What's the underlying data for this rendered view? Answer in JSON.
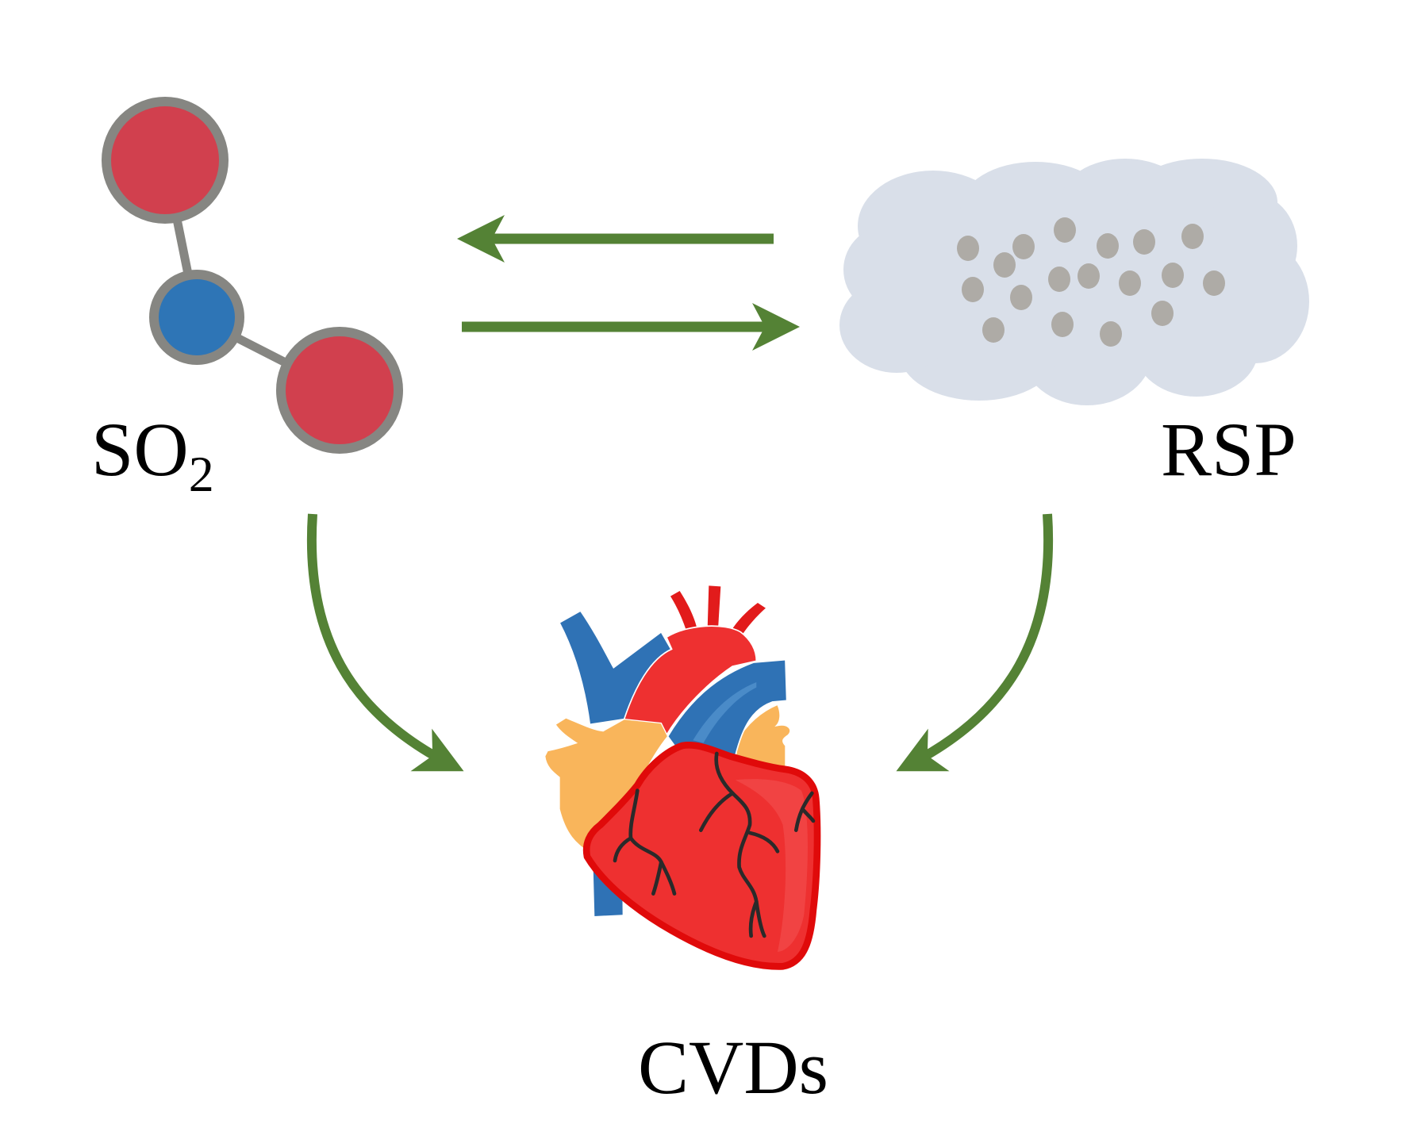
{
  "diagram": {
    "type": "pollutant-interaction-to-disease",
    "nodes": [
      {
        "id": "so2",
        "label_main": "SO",
        "label_sub": "2",
        "icon": "so2-molecule-icon"
      },
      {
        "id": "rsp",
        "label": "RSP",
        "icon": "particulate-cloud-icon"
      },
      {
        "id": "cvds",
        "label": "CVDs",
        "icon": "heart-icon"
      }
    ],
    "edges": [
      {
        "from": "rsp",
        "to": "so2",
        "style": "straight-arrow"
      },
      {
        "from": "so2",
        "to": "rsp",
        "style": "straight-arrow"
      },
      {
        "from": "so2",
        "to": "cvds",
        "style": "curved-arrow"
      },
      {
        "from": "rsp",
        "to": "cvds",
        "style": "curved-arrow"
      }
    ],
    "colors": {
      "arrow": "#548235",
      "oxygen_atom": "#D1404E",
      "sulfur_atom": "#2E75B6",
      "atom_outline": "#868682",
      "cloud": "#D9DFE9",
      "particle": "#AEABA6",
      "heart_red": "#EE3030",
      "heart_blue": "#2F72B5",
      "heart_yellow": "#F9B55B"
    }
  }
}
